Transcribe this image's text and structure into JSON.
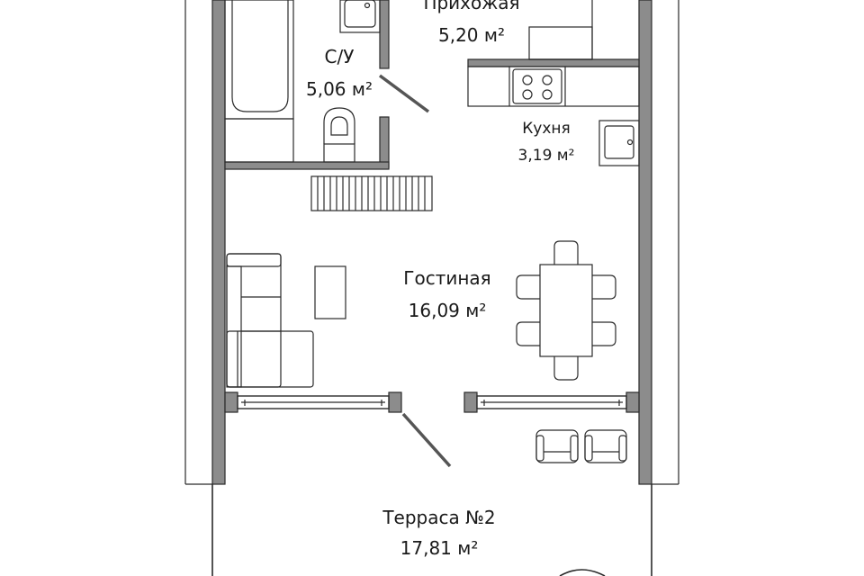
{
  "rooms": {
    "hallway": {
      "name": "Прихожая",
      "area": "5,20 м²"
    },
    "bathroom": {
      "name": "С/У",
      "area": "5,06 м²"
    },
    "kitchen": {
      "name": "Кухня",
      "area": "3,19 м²"
    },
    "living": {
      "name": "Гостиная",
      "area": "16,09 м²"
    },
    "terrace": {
      "name": "Терраса №2",
      "area": "17,81 м²"
    }
  },
  "colors": {
    "wall_fill": "#8c8c8c",
    "line": "#2a2a2a",
    "background": "#ffffff"
  }
}
